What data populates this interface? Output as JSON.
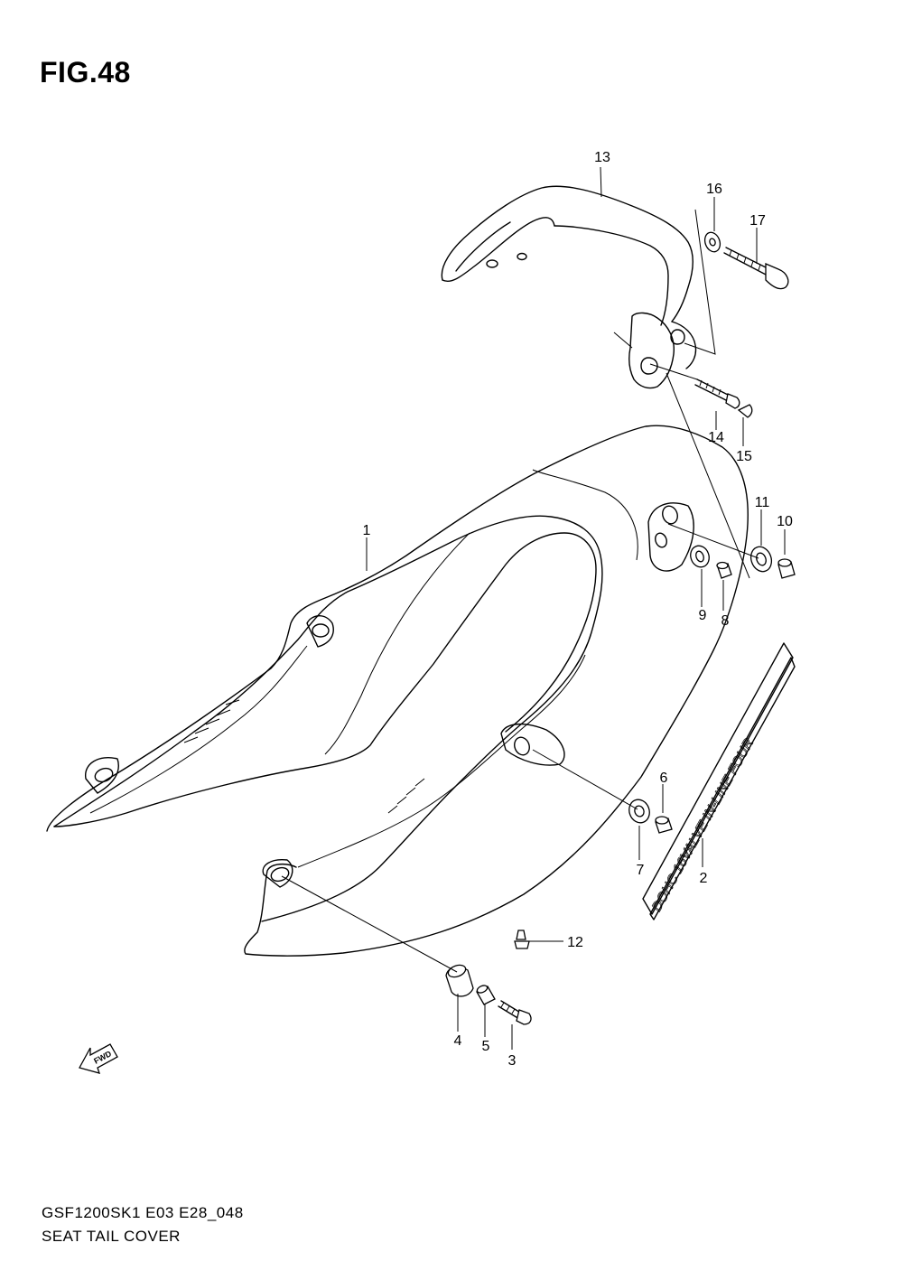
{
  "figure": {
    "title": "FIG.48",
    "model_code": "GSF1200SK1  E03  E28_048",
    "name": "SEAT TAIL COVER"
  },
  "decal_text": "DOHC 16VALVE IN-LINE FOUR",
  "fwd_label": "FWD",
  "callouts": [
    {
      "id": "1",
      "label": "1"
    },
    {
      "id": "2",
      "label": "2"
    },
    {
      "id": "3",
      "label": "3"
    },
    {
      "id": "4",
      "label": "4"
    },
    {
      "id": "5",
      "label": "5"
    },
    {
      "id": "6",
      "label": "6"
    },
    {
      "id": "7",
      "label": "7"
    },
    {
      "id": "8",
      "label": "8"
    },
    {
      "id": "9",
      "label": "9"
    },
    {
      "id": "10",
      "label": "10"
    },
    {
      "id": "11",
      "label": "11"
    },
    {
      "id": "12",
      "label": "12"
    },
    {
      "id": "13",
      "label": "13"
    },
    {
      "id": "14",
      "label": "14"
    },
    {
      "id": "15",
      "label": "15"
    },
    {
      "id": "16",
      "label": "16"
    },
    {
      "id": "17",
      "label": "17"
    }
  ]
}
